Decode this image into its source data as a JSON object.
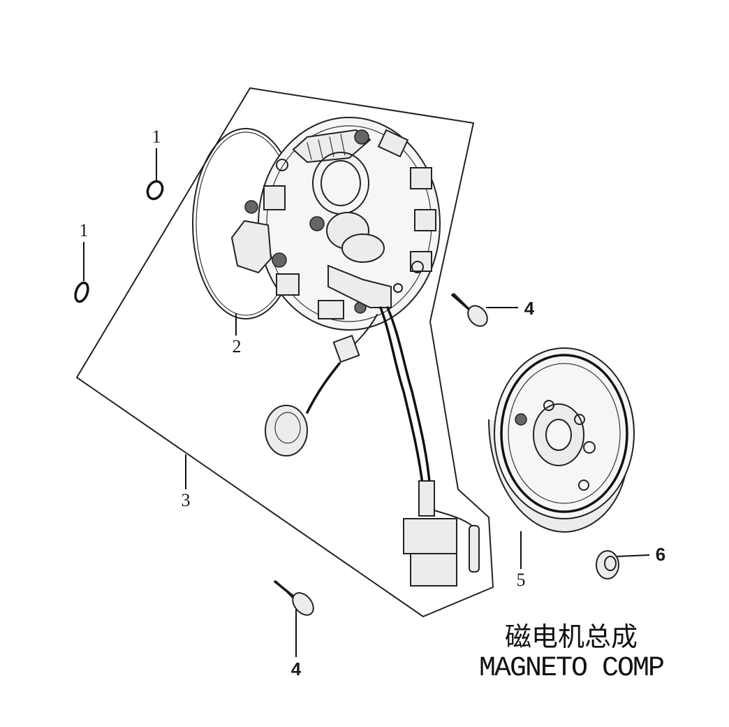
{
  "title": {
    "chinese": "磁电机总成",
    "english": "MAGNETO COMP"
  },
  "callouts": [
    {
      "id": "o-ring-upper",
      "label": "1"
    },
    {
      "id": "o-ring-lower",
      "label": "1"
    },
    {
      "id": "gasket",
      "label": "2"
    },
    {
      "id": "stator-assembly",
      "label": "3"
    },
    {
      "id": "bolt-right",
      "label": "4"
    },
    {
      "id": "bolt-bottom",
      "label": "4"
    },
    {
      "id": "flywheel-rotor",
      "label": "5"
    },
    {
      "id": "flange-nut",
      "label": "6"
    }
  ],
  "colors": {
    "line": "#111111",
    "background": "#ffffff"
  }
}
